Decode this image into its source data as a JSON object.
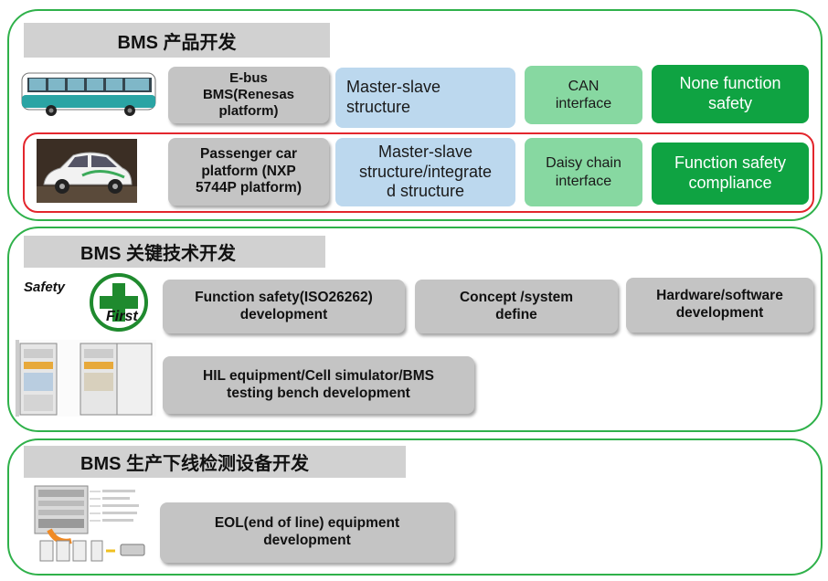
{
  "colors": {
    "frame": "#2fb14a",
    "red_frame": "#e3262d",
    "header_bg": "#d1d1d1",
    "gray_box": "#c4c4c4",
    "blue_box": "#bcd8ee",
    "light_green_box": "#87d8a1",
    "dark_green_box": "#0fa342"
  },
  "section1": {
    "title": "BMS 产品开发",
    "row1": {
      "platform": "E-bus\nBMS(Renesas\nplatform)",
      "structure": "Master-slave\nstructure",
      "interface": "CAN\ninterface",
      "safety": "None function\nsafety"
    },
    "row2": {
      "platform": "Passenger car\nplatform (NXP\n5744P platform)",
      "structure": "Master-slave\nstructure/integrate\nd structure",
      "interface": "Daisy chain\ninterface",
      "safety": "Function safety\ncompliance"
    }
  },
  "section2": {
    "title": "BMS 关键技术开发",
    "logo": {
      "top": "Safety",
      "bottom": "First"
    },
    "items": {
      "function_safety": "Function safety(ISO26262)\ndevelopment",
      "concept": "Concept /system\ndefine",
      "hw_sw": "Hardware/software\ndevelopment",
      "hil": "HIL equipment/Cell simulator/BMS\ntesting bench development"
    }
  },
  "section3": {
    "title": "BMS 生产下线检测设备开发",
    "eol": "EOL(end of line) equipment\ndevelopment"
  }
}
